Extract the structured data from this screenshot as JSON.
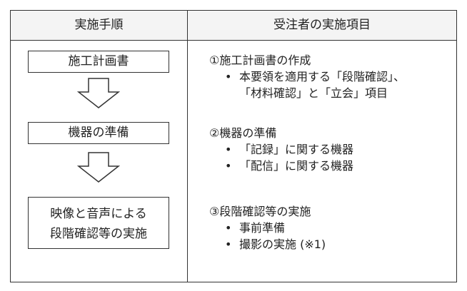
{
  "header": {
    "left": "実施手順",
    "right": "受注者の実施項目"
  },
  "steps": [
    {
      "label": "施工計画書"
    },
    {
      "label": "機器の準備"
    },
    {
      "label_line1": "映像と音声による",
      "label_line2": "段階確認等の実施"
    }
  ],
  "items": [
    {
      "title": "①施工計画書の作成",
      "bullets": [
        {
          "line1": "本要領を適用する「段階確認」、",
          "line2": "「材料確認」と「立会」項目"
        }
      ]
    },
    {
      "title": "②機器の準備",
      "bullets": [
        {
          "line1": "「記録」に関する機器"
        },
        {
          "line1": "「配信」に関する機器"
        }
      ]
    },
    {
      "title": "③段階確認等の実施",
      "bullets": [
        {
          "line1": "事前準備"
        },
        {
          "line1": "撮影の実施 (※1)"
        }
      ]
    }
  ],
  "bullet_char": "•"
}
